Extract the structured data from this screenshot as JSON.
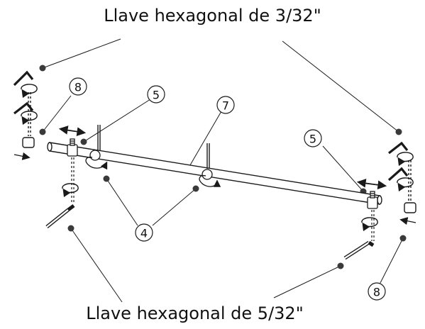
{
  "labels": {
    "top_title": "Llave hexagonal de 3/32\"",
    "bottom_title": "Llave hexagonal de 5/32\""
  },
  "callouts": {
    "c8_left": "8",
    "c5_left": "5",
    "c7": "7",
    "c5_right": "5",
    "c4": "4",
    "c8_right": "8"
  },
  "colors": {
    "line": "#1a1a1a",
    "dot": "#3a3a3a"
  }
}
